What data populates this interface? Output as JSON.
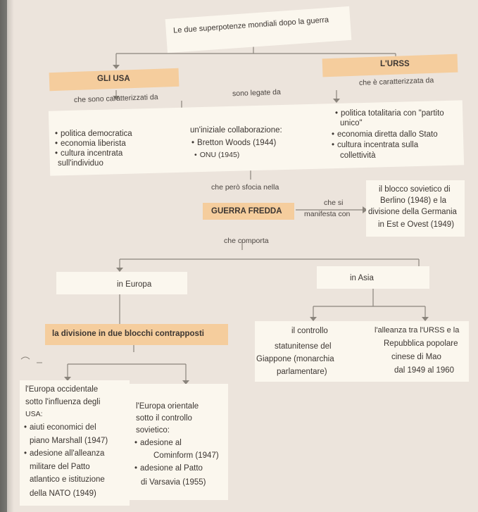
{
  "map": {
    "title": "Le due superpotenze mondiali dopo la guerra",
    "usa": "GLI USA",
    "urss": "L'URSS",
    "usa_link": "che sono caratterizzati da",
    "shared_link": "sono legate da",
    "urss_link": "che è caratterizzata da",
    "usa_traits": [
      "politica democratica",
      "economia liberista",
      "cultura incentrata",
      "sull'individuo"
    ],
    "collab": [
      "un'iniziale collaborazione:",
      "Bretton Woods (1944)",
      "ONU (1945)"
    ],
    "urss_traits": [
      "politica totalitaria con \"partito",
      "unico\"",
      "economia diretta dallo Stato",
      "cultura incentrata sulla",
      "collettività"
    ],
    "leads_to": "che però sfocia nella",
    "cold_war": "GUERRA FREDDA",
    "manifest_link": [
      "che si",
      "manifesta con"
    ],
    "blockade": [
      "il blocco sovietico di",
      "Berlino (1948) e la",
      "divisione della Germania",
      "in Est e Ovest (1949)"
    ],
    "implies": "che comporta",
    "europe": "in Europa",
    "asia": "in Asia",
    "division": "la divisione in due blocchi contrapposti",
    "us_control": [
      "il controllo",
      "statunitense del",
      "Giappone (monarchia",
      "parlamentare)"
    ],
    "sino_alliance": [
      "l'alleanza tra l'URSS e la",
      "Repubblica popolare",
      "cinese di Mao",
      "dal 1949 al 1960"
    ],
    "west_europe": [
      "l'Europa occidentale",
      "sotto l'influenza degli",
      "USA:",
      "aiuti economici del",
      "piano Marshall (1947)",
      "adesione all'alleanza",
      "militare del Patto",
      "atlantico e istituzione",
      "della NATO (1949)"
    ],
    "east_europe": [
      "l'Europa orientale",
      "sotto il controllo",
      "sovietico:",
      "adesione al",
      "Cominform (1947)",
      "adesione al Patto",
      "di Varsavia (1955)"
    ]
  },
  "colors": {
    "orange_box": "#f5cd9d",
    "cream_box": "#fbf7ee",
    "text": "#3c3632"
  }
}
